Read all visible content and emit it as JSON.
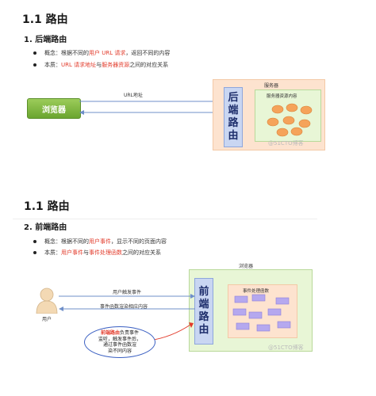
{
  "slide1": {
    "title": "1.1 路由",
    "subtitle": "1. 后端路由",
    "bullets": [
      {
        "prefix": "概念：根据不同的",
        "hl": "用户 URL 请求",
        "suffix": "，返回不同的内容"
      },
      {
        "prefix": "本质：",
        "hl": "URL 请求地址",
        "mid": "与",
        "hl2": "服务器资源",
        "suffix": "之间的对应关系"
      }
    ],
    "browser_label": "浏览器",
    "arrow_label": "URL地址",
    "server_title": "服务器",
    "router_chars": [
      "后",
      "端",
      "路",
      "由"
    ],
    "resources_title": "服务器资源内容",
    "watermark": "@51CTO博客"
  },
  "slide2": {
    "title": "1.1 路由",
    "subtitle": "2. 前端路由",
    "bullets": [
      {
        "prefix": "概念：根据不同的",
        "hl": "用户事件",
        "suffix": "，显示不同的页面内容"
      },
      {
        "prefix": "本质：",
        "hl": "用户事件",
        "mid": "与",
        "hl2": "事件处理函数",
        "suffix": "之间的对应关系"
      }
    ],
    "browser_title": "浏览器",
    "router_chars": [
      "前",
      "端",
      "路",
      "由"
    ],
    "handlers_title": "事件处理函数",
    "arrow_top": "用户触发事件",
    "arrow_bottom": "事件函数渲染相应内容",
    "user_label": "用户",
    "bubble": {
      "hl": "前端路由",
      "line1": "负责事件",
      "line2": "监听，触发事件后，",
      "line3": "通过事件函数渲",
      "line4": "染不同内容"
    },
    "watermark": "@51CTO博客"
  },
  "colors": {
    "red": "#e23a2a",
    "green_btn": "#7cb53c",
    "router_blue": "#c9d6f2",
    "orange_bg": "#fde3cf",
    "green_bg": "#e8f6d6",
    "blob": "#f5a35a",
    "purple_bar": "#b5a8ef"
  }
}
